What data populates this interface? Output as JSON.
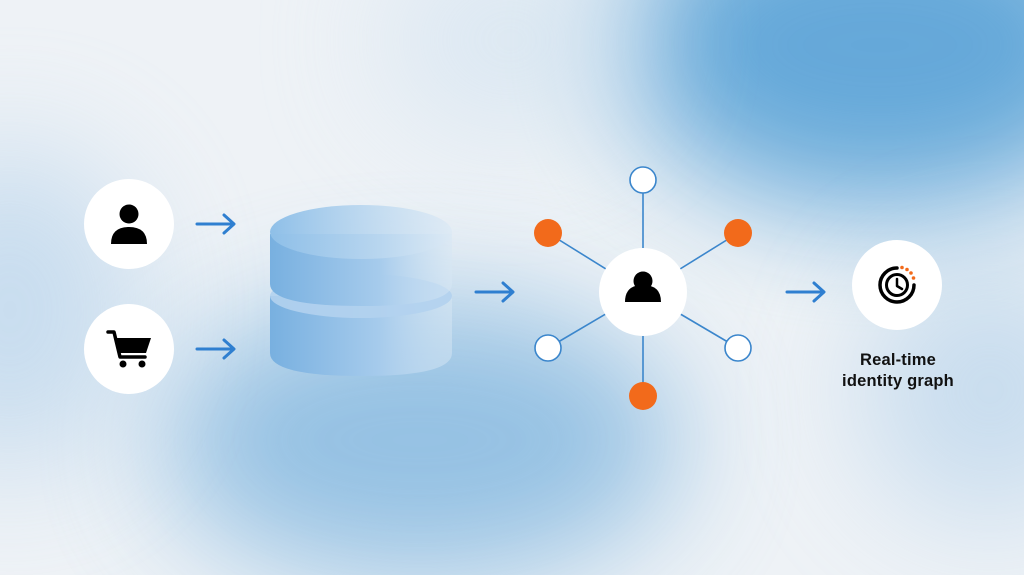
{
  "colors": {
    "background": "#eef2f6",
    "arrow": "#2f7fd0",
    "node_white": "#ffffff",
    "node_orange": "#f26a1b",
    "node_outline": "#3b86cc",
    "icon": "#000000",
    "database": "#8fbde5"
  },
  "sources": [
    {
      "icon": "user-icon"
    },
    {
      "icon": "shopping-cart-icon"
    }
  ],
  "storage": {
    "icon": "database-icon"
  },
  "hub": {
    "icon": "user-icon"
  },
  "satellites": [
    {
      "fill": "white"
    },
    {
      "fill": "orange"
    },
    {
      "fill": "orange"
    },
    {
      "fill": "white"
    },
    {
      "fill": "white"
    },
    {
      "fill": "orange"
    }
  ],
  "output": {
    "icon": "real-time-clock-icon",
    "label_line1": "Real-time",
    "label_line2": "identity graph"
  }
}
